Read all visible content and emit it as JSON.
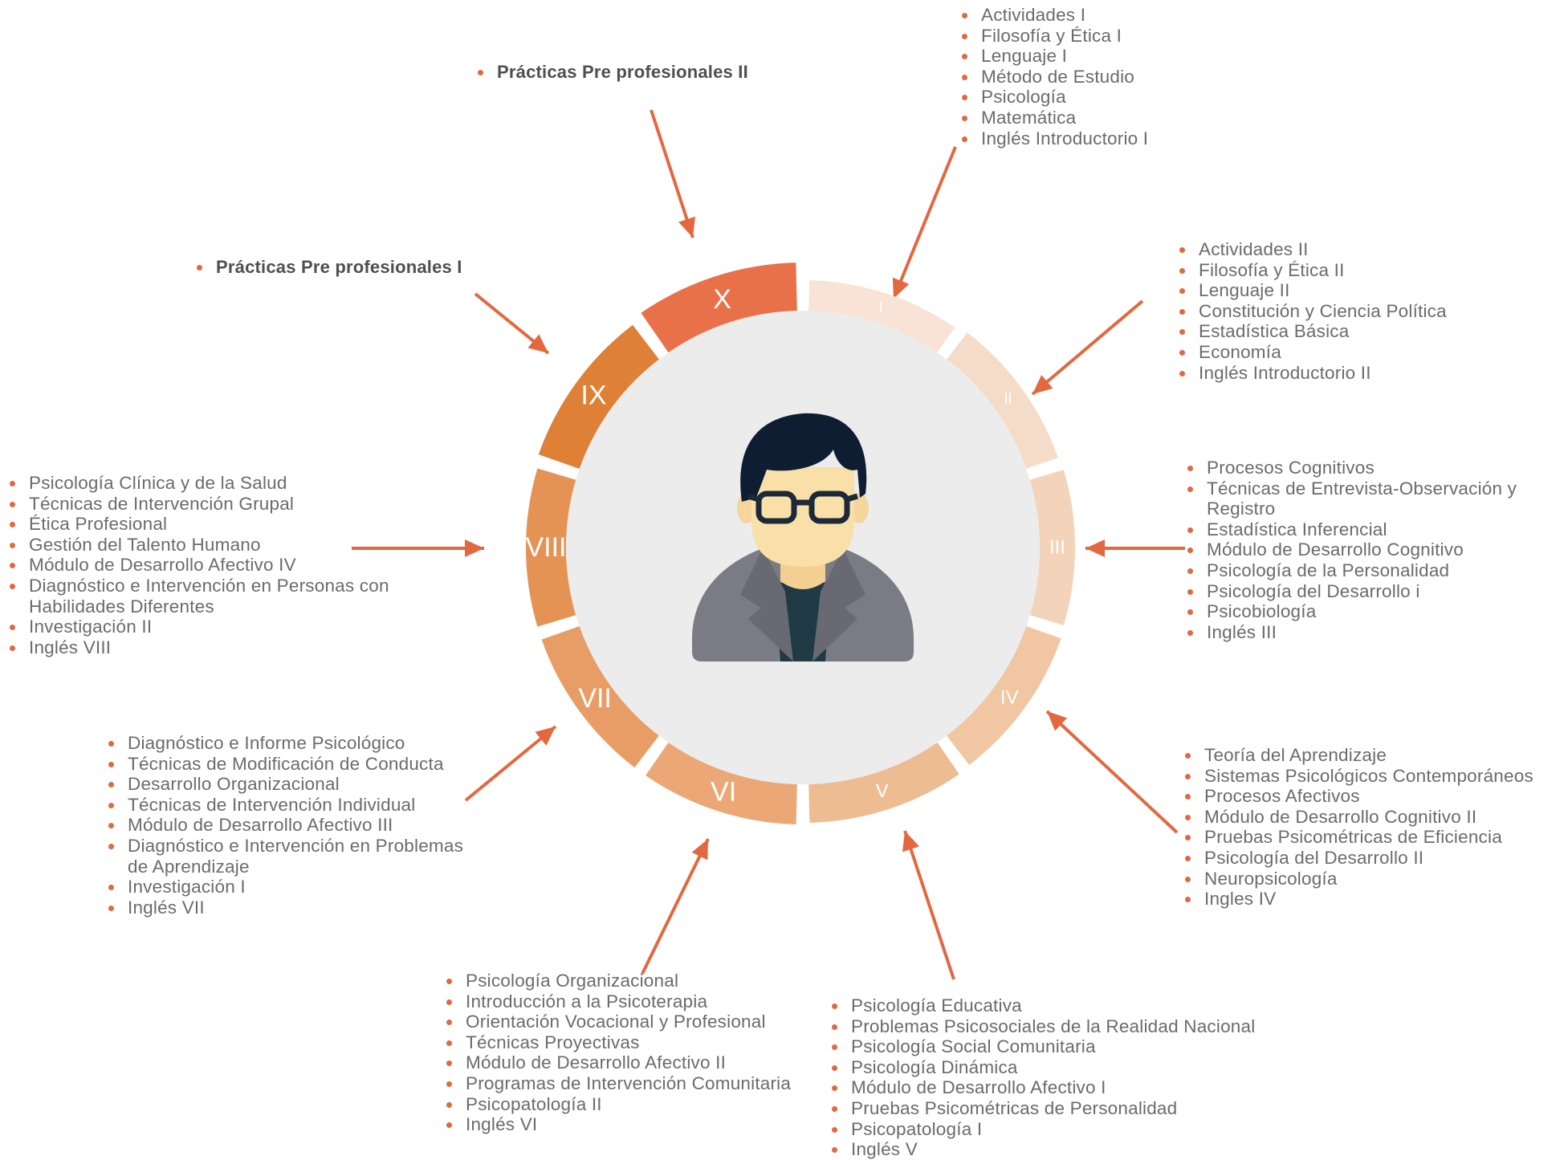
{
  "colors": {
    "accent": "#e3683f",
    "text": "#6b6b6b",
    "numeral_light": "#ffffff",
    "center_circle": "#ececec",
    "hair": "#0f1d33",
    "glasses": "#1c2939",
    "skin": "#f9dfa8",
    "jacket": "#7b7b85",
    "shirt": "#1f3a44"
  },
  "center_icon": "person-with-glasses-avatar",
  "semesters": [
    {
      "numeral": "I",
      "color": "#f8e3d6",
      "numeral_color": "#ffffff",
      "style": "normal",
      "courses": [
        "Actividades I",
        "Filosofía y Ética I",
        "Lenguaje I",
        "Método de Estudio",
        "Psicología",
        "Matemática",
        "Inglés Introductorio I"
      ]
    },
    {
      "numeral": "II",
      "color": "#f5dcc9",
      "numeral_color": "#ffffff",
      "style": "normal",
      "courses": [
        "Actividades II",
        "Filosofía y Ética II",
        "Lenguaje II",
        "Constitución y Ciencia Política",
        "Estadística Básica",
        "Economía",
        "Inglés Introductorio II"
      ]
    },
    {
      "numeral": "III",
      "color": "#f3d4bb",
      "numeral_color": "#ffffff",
      "style": "normal",
      "courses": [
        "Procesos Cognitivos",
        "Técnicas de Entrevista-Observación y Registro",
        "Estadística Inferencial",
        "Módulo de Desarrollo Cognitivo",
        "Psicología de la Personalidad",
        "Psicología del Desarrollo i",
        "Psicobiología",
        "Inglés III"
      ]
    },
    {
      "numeral": "IV",
      "color": "#f0c6a3",
      "numeral_color": "#ffffff",
      "style": "normal",
      "courses": [
        "Teoría del Aprendizaje",
        "Sistemas Psicológicos Contemporáneos",
        "Procesos Afectivos",
        "Módulo de Desarrollo Cognitivo II",
        "Pruebas Psicométricas de Eficiencia",
        "Psicología del Desarrollo II",
        "Neuropsicología",
        "Ingles IV"
      ]
    },
    {
      "numeral": "V",
      "color": "#eebc93",
      "numeral_color": "#ffffff",
      "style": "normal",
      "courses": [
        "Psicología Educativa",
        "Problemas Psicosociales de la Realidad Nacional",
        "Psicología Social Comunitaria",
        "Psicología Dinámica",
        "Módulo de Desarrollo Afectivo I",
        "Pruebas Psicométricas de Personalidad",
        "Psicopatología I",
        "Inglés V"
      ]
    },
    {
      "numeral": "VI",
      "color": "#eba876",
      "numeral_color": "#ffffff",
      "style": "normal",
      "courses": [
        "Psicología Organizacional",
        "Introducción a la Psicoterapia",
        "Orientación Vocacional y Profesional",
        "Técnicas Proyectivas",
        "Módulo de Desarrollo Afectivo II",
        "Programas de Intervención Comunitaria",
        "Psicopatología II",
        "Inglés VI"
      ]
    },
    {
      "numeral": "VII",
      "color": "#e99d66",
      "numeral_color": "#ffffff",
      "style": "normal",
      "courses": [
        "Diagnóstico e Informe Psicológico",
        "Técnicas de Modificación de Conducta",
        "Desarrollo Organizacional",
        "Técnicas de Intervención Individual",
        "Módulo de Desarrollo Afectivo III",
        "Diagnóstico e Intervención en Problemas de Aprendizaje",
        "Investigación I",
        "Inglés VII"
      ]
    },
    {
      "numeral": "VIII",
      "color": "#e59255",
      "numeral_color": "#ffffff",
      "style": "normal",
      "courses": [
        "Psicología Clínica y de la Salud",
        "Técnicas de Intervención Grupal",
        "Ética Profesional",
        "Gestión del Talento Humano",
        "Módulo de Desarrollo Afectivo IV",
        "Diagnóstico e Intervención en Personas con Habilidades Diferentes",
        "Investigación II",
        "Inglés VIII"
      ]
    },
    {
      "numeral": "IX",
      "color": "#de8035",
      "numeral_color": "#ffffff",
      "style": "bold",
      "courses": [
        "Prácticas Pre profesionales I"
      ]
    },
    {
      "numeral": "X",
      "color": "#e8714a",
      "numeral_color": "#ffffff",
      "style": "bold",
      "courses": [
        "Prácticas Pre profesionales II"
      ]
    }
  ]
}
